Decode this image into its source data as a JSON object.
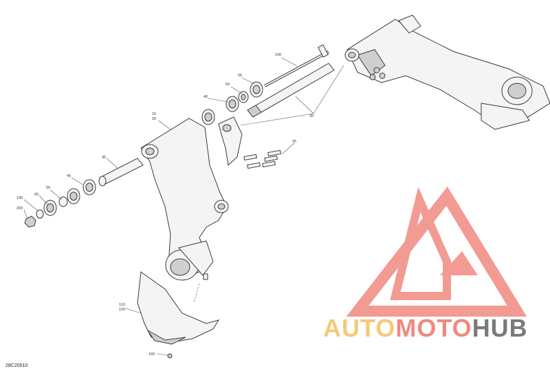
{
  "diagram": {
    "callouts": [
      {
        "id": "c190",
        "label": "190"
      },
      {
        "id": "c55",
        "label": "55"
      },
      {
        "id": "c50a",
        "label": "50"
      },
      {
        "id": "c40a",
        "label": "40"
      },
      {
        "id": "c20a",
        "label": "20"
      },
      {
        "id": "c10",
        "label": "10"
      },
      {
        "id": "c20b",
        "label": "20"
      },
      {
        "id": "c25",
        "label": "25"
      },
      {
        "id": "c30",
        "label": "30"
      },
      {
        "id": "c40b",
        "label": "40"
      },
      {
        "id": "c50b",
        "label": "50"
      },
      {
        "id": "c55b",
        "label": "55"
      },
      {
        "id": "c195",
        "label": "195"
      },
      {
        "id": "c200",
        "label": "200"
      },
      {
        "id": "c110",
        "label": "110"
      },
      {
        "id": "c120",
        "label": "120"
      },
      {
        "id": "c160",
        "label": "160"
      }
    ],
    "reference_code": "28C20010"
  },
  "watermark": {
    "word_part1": "AUTO",
    "word_part2": "MOTO",
    "word_part3": "HUB",
    "colors": {
      "auto": "#f5c97a",
      "moto": "#f08a80",
      "hub": "#7a7a7a",
      "logo": "#f08a80"
    }
  }
}
